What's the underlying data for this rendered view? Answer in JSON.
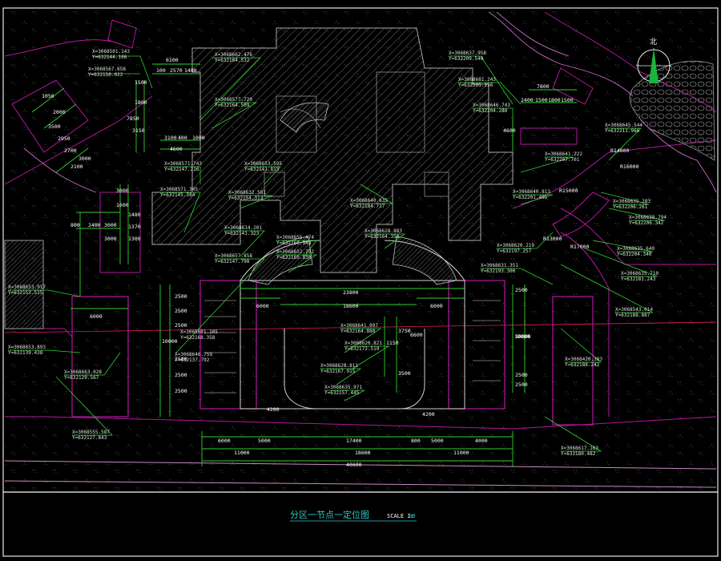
{
  "drawing": {
    "title": "分区一节点一定位图",
    "scale_label": "SCALE 1:",
    "scale_value": "00",
    "north_label": "北"
  },
  "coordinates": [
    {
      "x": "X=3068501.143",
      "y": "Y=632144.106"
    },
    {
      "x": "X=3068567.658",
      "y": "Y=632150.022"
    },
    {
      "x": "X=3068662.476",
      "y": "Y=632164.532"
    },
    {
      "x": "X=3068577.720",
      "y": "Y=632164.509"
    },
    {
      "x": "X=3068571.743",
      "y": "Y=632147.216"
    },
    {
      "x": "X=3068653.595",
      "y": "Y=632141.813"
    },
    {
      "x": "X=3068571.345",
      "y": "Y=632145.384"
    },
    {
      "x": "X=3068632.581",
      "y": "Y=632154.313"
    },
    {
      "x": "X=3068614.201",
      "y": "Y=632141.323"
    },
    {
      "x": "X=3068657.858",
      "y": "Y=632147.798"
    },
    {
      "x": "X=3068637.958",
      "y": "Y=632209.549"
    },
    {
      "x": "X=3068681.243",
      "y": "Y=632205.256"
    },
    {
      "x": "X=3068646.743",
      "y": "Y=632204.280"
    },
    {
      "x": "X=3068645.544",
      "y": "Y=632211.966"
    },
    {
      "x": "X=3068641.222",
      "y": "Y=632207.701"
    },
    {
      "x": "X=3068640.813",
      "y": "Y=632201.405"
    },
    {
      "x": "X=3068640.635",
      "y": "Y=632184.717"
    },
    {
      "x": "X=3068628.883",
      "y": "Y=632164.350"
    },
    {
      "x": "X=3068655.474",
      "y": "Y=632169.948"
    },
    {
      "x": "X=3068652.752",
      "y": "Y=632160.830"
    },
    {
      "x": "X=3068620.219",
      "y": "Y=632197.257"
    },
    {
      "x": "X=3068631.351",
      "y": "Y=632193.300"
    },
    {
      "x": "X=3068635.283",
      "y": "Y=632206.261"
    },
    {
      "x": "X=3068638.794",
      "y": "Y=632206.342"
    },
    {
      "x": "X=3068635.640",
      "y": "Y=632204.340"
    },
    {
      "x": "X=3068635.710",
      "y": "Y=632181.243"
    },
    {
      "x": "X=3068543.014",
      "y": "Y=632188.887"
    },
    {
      "x": "X=3068653.917",
      "y": "Y=632153.515"
    },
    {
      "x": "X=3068653.893",
      "y": "Y=632139.438"
    },
    {
      "x": "X=3068663.028",
      "y": "Y=632129.567"
    },
    {
      "x": "X=3068681.105",
      "y": "Y=632168.358"
    },
    {
      "x": "X=3068646.759",
      "y": "Y=632137.792"
    },
    {
      "x": "X=3068641.097",
      "y": "Y=632164.880"
    },
    {
      "x": "X=3068620.821",
      "y": "Y=632172.519"
    },
    {
      "x": "X=3068628.811",
      "y": "Y=632167.915"
    },
    {
      "x": "X=3068635.971",
      "y": "Y=632157.445"
    },
    {
      "x": "X=3068555.587",
      "y": "Y=632127.843"
    },
    {
      "x": "X=3068420.383",
      "y": "Y=632188.242"
    },
    {
      "x": "X=3068617.163",
      "y": "Y=632180.482"
    }
  ],
  "dimensions": {
    "top_left": [
      "6100",
      "100",
      "2570",
      "1400",
      "1500",
      "1800",
      "7850",
      "3150",
      "3100",
      "400",
      "1000",
      "4600"
    ],
    "top_right": [
      "7800",
      "2400",
      "1500",
      "1800",
      "1500",
      "4600"
    ],
    "left": [
      "1050",
      "2000",
      "3500",
      "2950",
      "2700",
      "3000",
      "2100",
      "3000",
      "1600",
      "1480",
      "1370",
      "1300",
      "800",
      "2400",
      "3000",
      "3000",
      "6000"
    ],
    "center": [
      "23800",
      "6000",
      "18600",
      "6000",
      "2500",
      "2500",
      "2500",
      "10000",
      "2500",
      "2500",
      "2500",
      "10000",
      "1150",
      "3500",
      "6600",
      "3750",
      "4200",
      "4200"
    ],
    "right": [
      "2500",
      "10000",
      "2500",
      "2500",
      "R13000",
      "R14000",
      "R16000",
      "R15000",
      "R17000"
    ],
    "bottom_row1": [
      "6000",
      "5000",
      "17400",
      "800",
      "5000",
      "4000"
    ],
    "bottom_row2": [
      "11000",
      "18600",
      "11000"
    ],
    "bottom_row3": [
      "40600"
    ]
  }
}
